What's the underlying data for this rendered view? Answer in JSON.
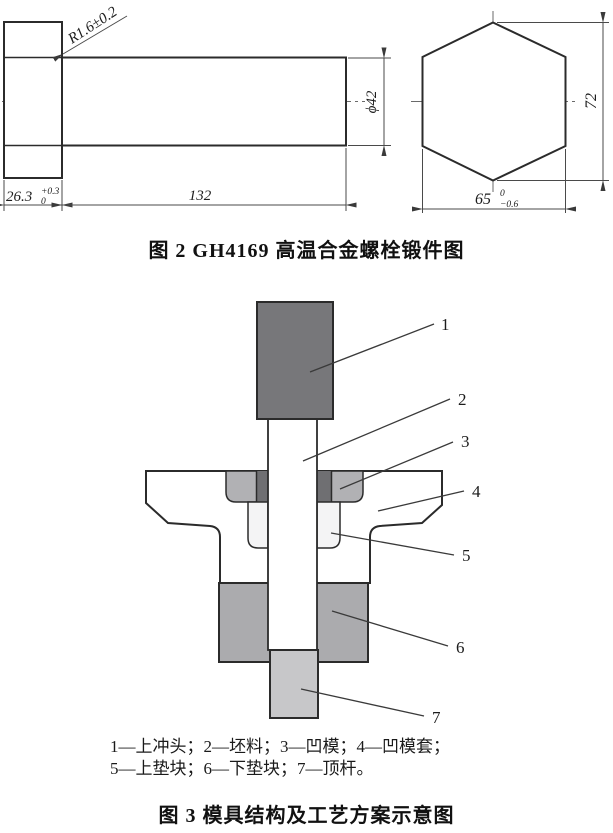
{
  "figure2": {
    "caption": "图 2 GH4169 高温合金螺栓锻件图",
    "dims": {
      "fillet_radius": "R1.6±0.2",
      "head_thickness": "26.3",
      "head_thickness_tol_sup": "+0.3",
      "head_thickness_tol_sub": "0",
      "shank_length": "132",
      "shank_diameter": "ϕ42",
      "hex_corner_height": "72",
      "hex_across_flats": "65",
      "hex_across_flats_tol_sup": "0",
      "hex_across_flats_tol_sub": "−0.6"
    }
  },
  "figure3": {
    "caption": "图 3 模具结构及工艺方案示意图",
    "part_labels": [
      "1",
      "2",
      "3",
      "4",
      "5",
      "6",
      "7"
    ],
    "legend_line1": "1—上冲头；2—坯料；3—凹模；4—凹模套；",
    "legend_line2": "5—上垫块；6—下垫块；7—顶杆。",
    "colors": {
      "punch": "#77777a",
      "die_insert": "#b1b1b4",
      "die_insert_dark": "#6f6f72",
      "pad_upper": "#f4f4f5",
      "pad_lower": "#ababae",
      "ejector": "#c7c7c9",
      "billet": "#ffffff"
    }
  }
}
